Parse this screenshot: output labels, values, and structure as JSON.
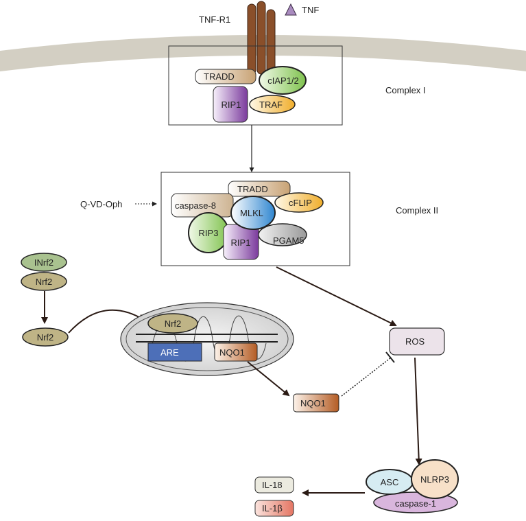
{
  "membrane": {
    "receptor_label": "TNF-R1",
    "ligand_label": "TNF"
  },
  "complex_1": {
    "title": "Complex I",
    "tradd": "TRADD",
    "ciap": "cIAP1/2",
    "rip1": "RIP1",
    "traf": "TRAF"
  },
  "complex_2": {
    "title": "Complex II",
    "tradd": "TRADD",
    "caspase8": "caspase-8",
    "cflip": "cFLIP",
    "mlkl": "MLKL",
    "rip3": "RIP3",
    "rip1": "RIP1",
    "pgam5": "PGAM5"
  },
  "inhibitor": {
    "label": "Q-VD-Oph"
  },
  "nrf2_pathway": {
    "inrf2": "INrf2",
    "nrf2_bound": "Nrf2",
    "nrf2_free": "Nrf2",
    "nucleus_nrf2": "Nrf2",
    "are": "ARE",
    "nucleus_nqo1": "NQO1",
    "nqo1_out": "NQO1"
  },
  "ros": {
    "label": "ROS"
  },
  "inflammasome": {
    "asc": "ASC",
    "nlrp3": "NLRP3",
    "caspase1": "caspase-1"
  },
  "cytokines": {
    "il18": "IL-18",
    "il1b": "IL-1β"
  },
  "colors": {
    "membrane": "#d3cfc3",
    "receptor": "#8a4f2a",
    "tnf": "#a98bbf",
    "tradd": "#c8a274",
    "ciap": "#8cc95d",
    "rip1": "#7e3fa0",
    "traf": "#f0b43c",
    "caspase8": "#d0b89a",
    "cflip": "#f2b236",
    "mlkl": "#3a8fd4",
    "rip3": "#8cc95d",
    "pgam5": "#a0a0a0",
    "inrf2": "#a9c28f",
    "nrf2": "#bfb486",
    "are": "#4d6fb8",
    "nqo1": "#b8632c",
    "ros": "#ece3ea",
    "asc": "#d6ecf2",
    "nlrp3": "#f7e0c8",
    "caspase1": "#d9b6dd",
    "il18": "#ecebe0",
    "il1b": "#e88070"
  }
}
